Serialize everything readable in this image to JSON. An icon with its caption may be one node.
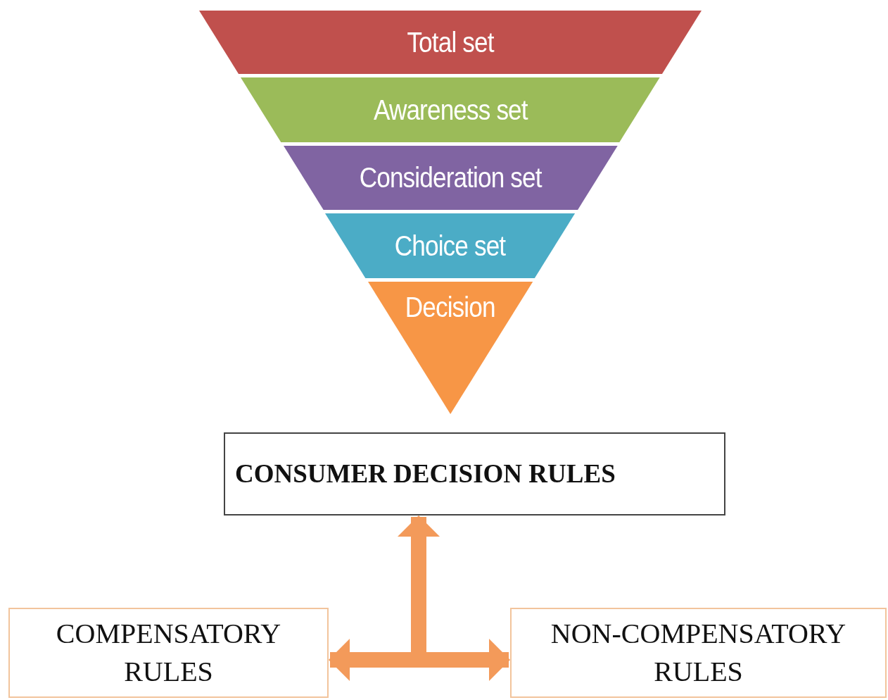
{
  "diagram": {
    "nodes": [
      {
        "text": [
          "Total set"
        ]
      },
      {
        "text": [
          "Awareness set"
        ]
      },
      {
        "text": [
          "Consideration set"
        ]
      },
      {
        "text": [
          "Choice set"
        ]
      },
      {
        "text": [
          "Decision"
        ]
      },
      {
        "text": [
          "CONSUMER DECISION RULES"
        ]
      },
      {
        "text": [
          "COMPENSATORY RULES"
        ]
      },
      {
        "text": [
          "NON-COMPENSATORY RULES"
        ]
      }
    ],
    "edges": [
      {
        "from": 6,
        "to": 7,
        "arrow": "both"
      },
      {
        "from": null,
        "to": 5,
        "arrow": "to"
      }
    ]
  }
}
